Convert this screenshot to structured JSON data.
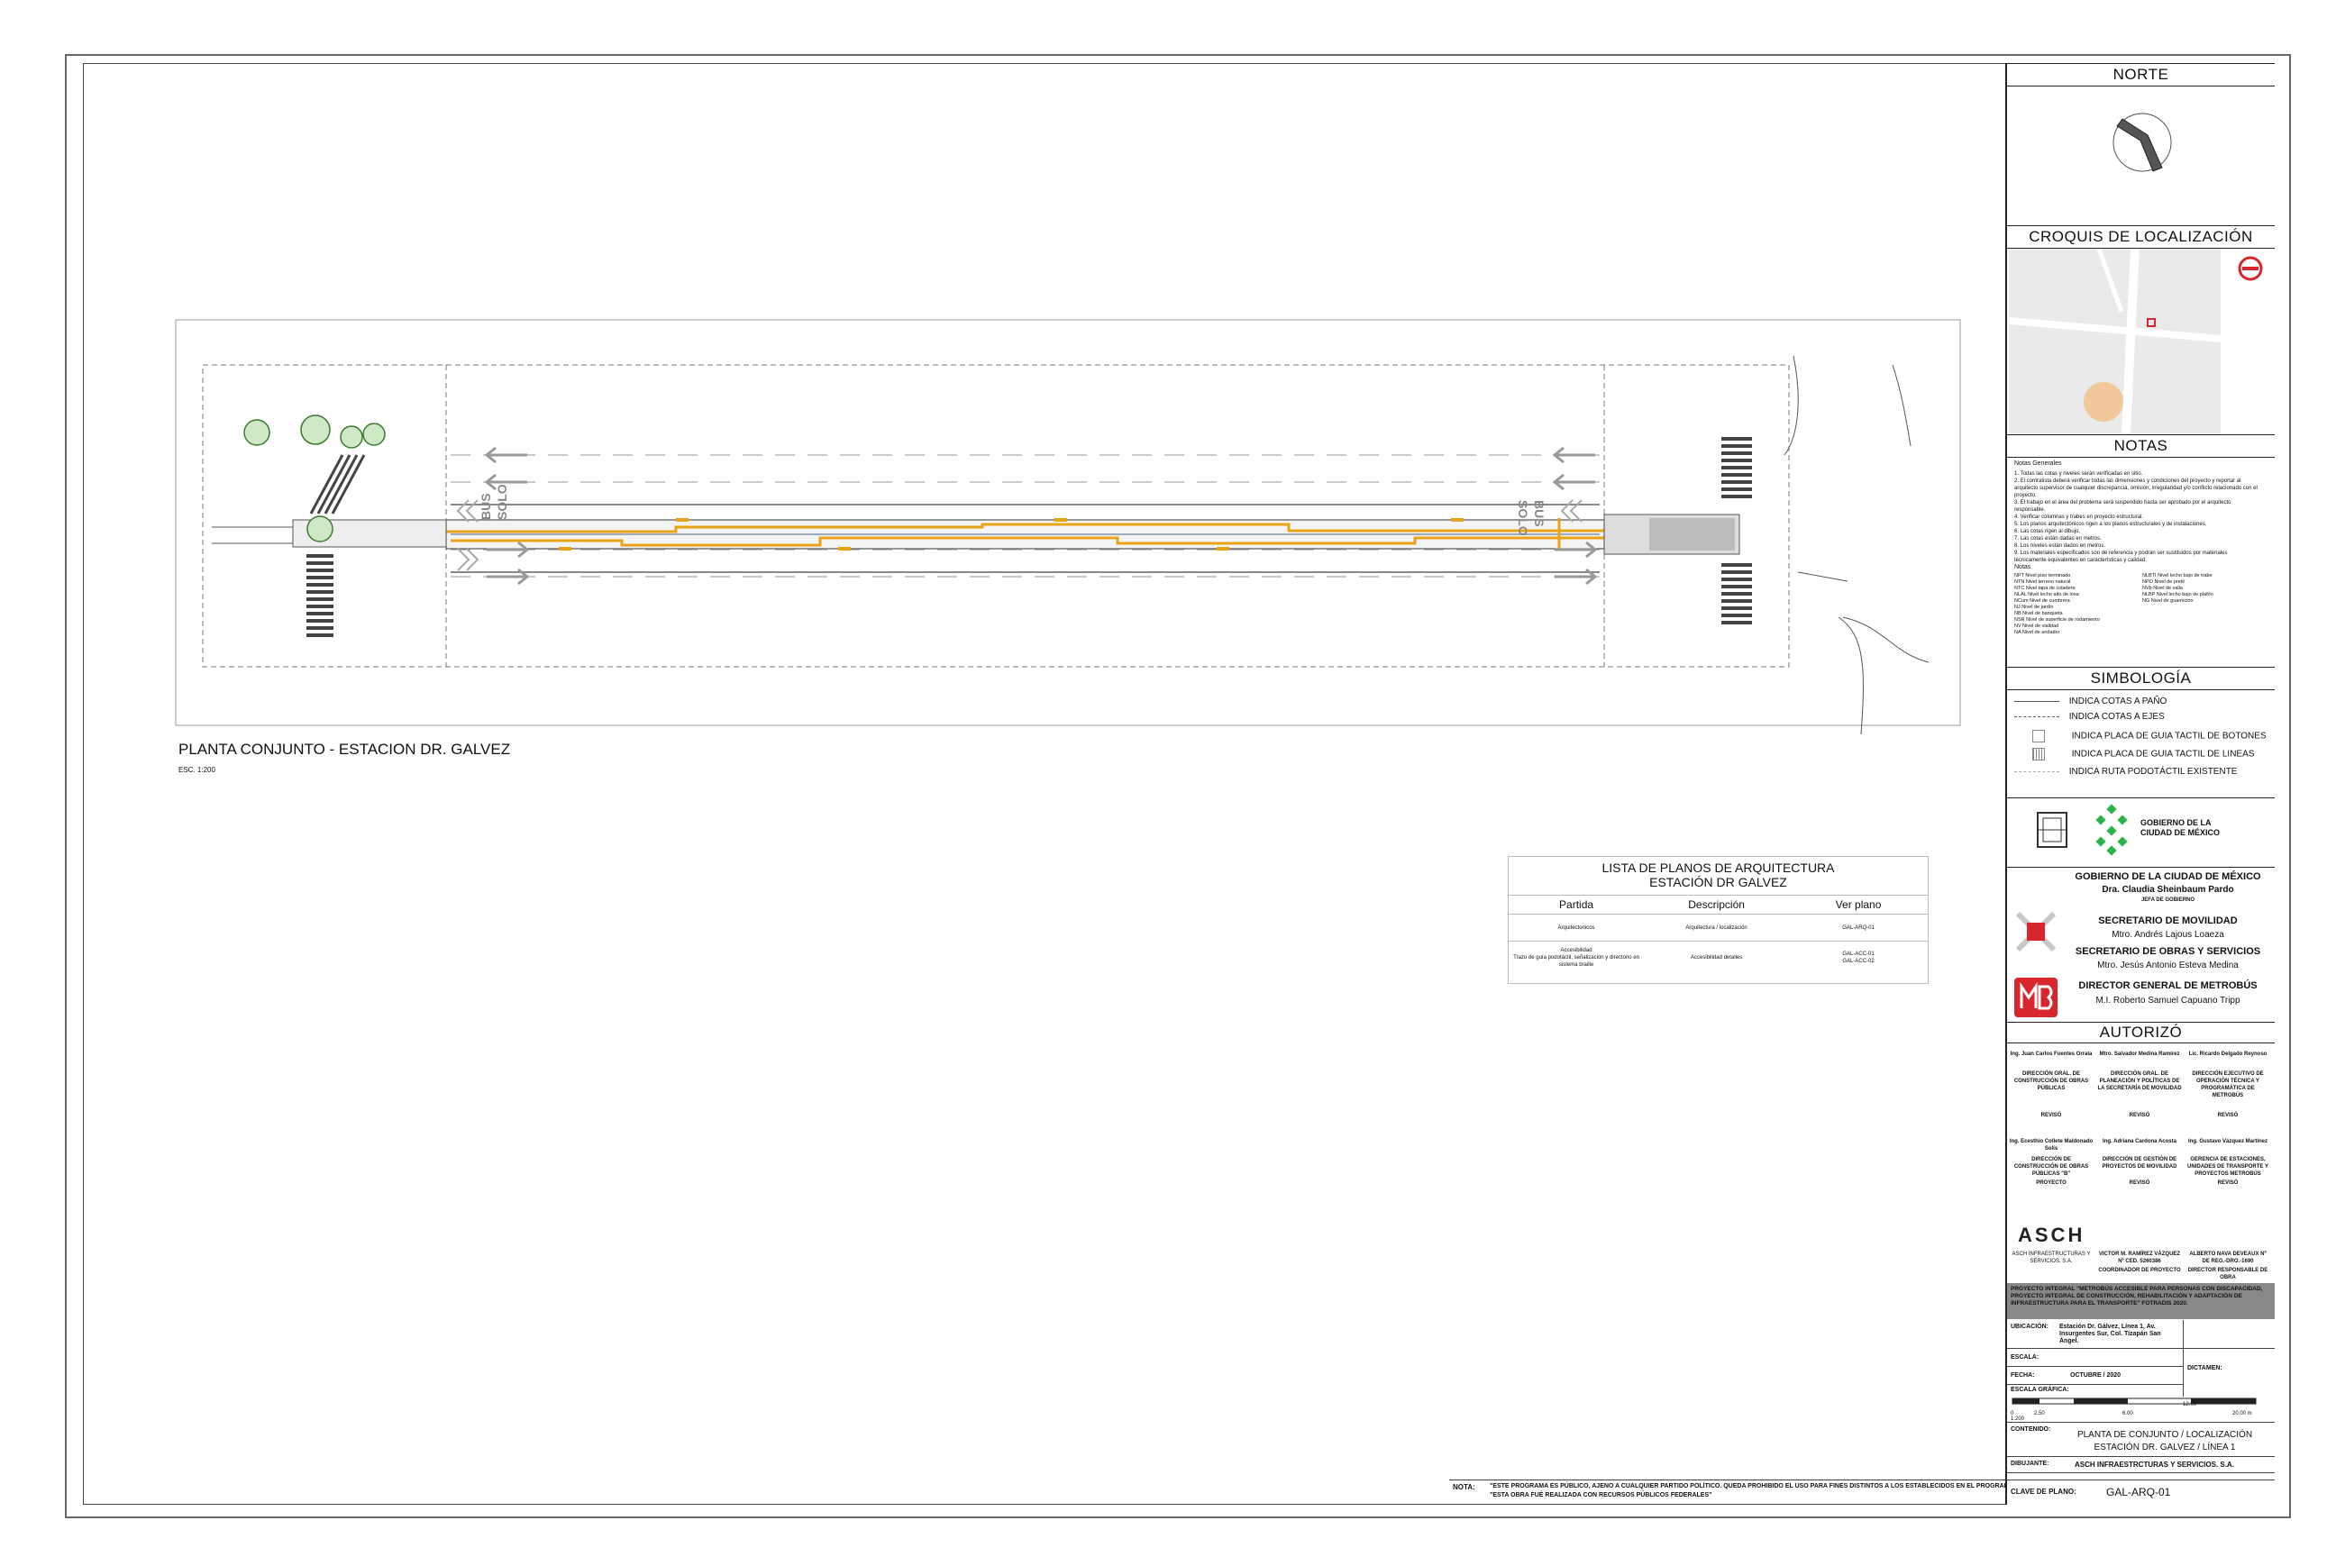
{
  "plan": {
    "title": "PLANTA CONJUNTO - ESTACION DR. GALVEZ",
    "scale": "ESC. 1:200",
    "road_labels": [
      "BUS",
      "SOLO",
      "BUS",
      "SOLO"
    ]
  },
  "lista_planos": {
    "title1": "LISTA DE PLANOS DE ARQUITECTURA",
    "title2": "ESTACIÓN DR GALVEZ",
    "headers": [
      "Partida",
      "Descripción",
      "Ver plano"
    ],
    "rows": [
      {
        "partida": "Arquitectonicos",
        "descripcion": "Arquitectura / localización",
        "ver": "GAL-ARQ-01"
      },
      {
        "partida": "Accesibilidad\nTrazo de guía podotáctil, señalización y directorio en sistema braille",
        "descripcion": "Accesibilidad detalles",
        "ver": "GAL-ACC-01\nGAL-ACC-02"
      }
    ]
  },
  "titleblock": {
    "norte": "NORTE",
    "croquis": "CROQUIS DE LOCALIZACIÓN",
    "notas": "NOTAS",
    "simbologia": "SIMBOLOGÍA",
    "notas_generales_title": "Notas Generales",
    "notas_generales": [
      "1. Todas las cotas y niveles serán verificadas en sitio.",
      "2. El contratista deberá verificar todas las dimensiones y condiciones del proyecto y reportar al arquitecto supervisor de cualquier discrepancia, omisión, irregularidad y/o conflicto relacionado con el proyecto.",
      "3. El trabajo en el área del problema será suspendido hasta ser aprobado por el arquitecto responsable.",
      "4. Verificar columnas y trabes en proyecto estructural.",
      "5. Los planos arquitectónicos rigen a los planos estructurales y de instalaciones.",
      "6. Las cotas rigen al dibujo.",
      "7. Las cotas están dadas en metros.",
      "8. Los niveles están dados en metros.",
      "9. Los materiales especificados son de referencia y podrán ser sustituidos por materiales técnicamente equivalentes en características y calidad."
    ],
    "notas2_title": "Notas",
    "niveles_left": [
      "NPT Nivel piso terminado",
      "NTN Nivel terreno natural",
      "NTC Nivel tapa de coladera",
      "NLAL Nivel lecho alto de losa",
      "NCum Nivel de cumbrera",
      "NJ Nivel de jardín",
      "NB Nivel de banqueta",
      "NSR Nivel de superficie de rodamiento",
      "NV Nivel de vialidad",
      "NA Nivel de andador"
    ],
    "niveles_right": [
      "NLBTI Nivel lecho bajo de trabe",
      "NPO Nivel de pretil",
      "NVb Nivel de valla",
      "NLBP Nivel lecho bajo de plafón",
      "NG Nivel de guarnición"
    ],
    "simbologia_items": [
      "INDICA COTAS A PAÑO",
      "INDICA COTAS A EJES",
      "INDICA PLACA DE GUIA TACTIL DE BOTONES",
      "INDICA PLACA DE GUIA TACTIL DE LINEAS",
      "INDICA RUTA PODOTÁCTIL EXISTENTE"
    ],
    "gobierno_logo": "GOBIERNO DE LA CIUDAD DE MÉXICO",
    "gobierno": "GOBIERNO DE LA CIUDAD DE MÉXICO",
    "jefa_nombre": "Dra. Claudia Sheinbaum Pardo",
    "jefa_cargo": "JEFA DE GOBIERNO",
    "movilidad": "SECRETARIO DE MOVILIDAD",
    "movilidad_nombre": "Mtro. Andrés Lajous Loaeza",
    "obras": "SECRETARIO DE OBRAS Y SERVICIOS",
    "obras_nombre": "Mtro. Jesús Antonio Esteva Medina",
    "metrobus": "DIRECTOR GENERAL DE METROBÚS",
    "metrobus_nombre": "M.I. Roberto Samuel Capuano Tripp",
    "autorizo": "AUTORIZÓ",
    "firmas_row1": [
      {
        "nombre": "Ing. Juan Carlos Fuentes Orrala",
        "cargo": "DIRECCIÓN GRAL. DE CONSTRUCCIÓN DE OBRAS PÚBLICAS",
        "rol": "REVISÓ"
      },
      {
        "nombre": "Mtro. Salvador Medina Ramírez",
        "cargo": "DIRECCIÓN GRAL. DE PLANEACIÓN Y POLÍTICAS DE LA SECRETARÍA DE MOVILIDAD",
        "rol": "REVISÓ"
      },
      {
        "nombre": "Lic. Ricardo Delgado Reynoso",
        "cargo": "DIRECCIÓN EJECUTIVO DE OPERACIÓN TÉCNICA Y PROGRAMÁTICA DE METROBÚS",
        "rol": "REVISÓ"
      }
    ],
    "firmas_row2": [
      {
        "nombre": "Ing. Ecesthio Collete Maldonado Solís",
        "cargo": "DIRECCIÓN DE CONSTRUCCIÓN DE OBRAS PÚBLICAS \"B\"",
        "rol": "PROYECTO"
      },
      {
        "nombre": "Ing. Adriana Cardona Acosta",
        "cargo": "DIRECCIÓN DE GESTIÓN DE PROYECTOS DE MOVILIDAD",
        "rol": "REVISÓ"
      },
      {
        "nombre": "Ing. Gustavo Vázquez Martínez",
        "cargo": "GERENCIA DE ESTACIONES, UNIDADES DE TRANSPORTE Y PROYECTOS METROBÚS",
        "rol": "REVISÓ"
      }
    ],
    "asch_logo": "ASCH",
    "asch_sub": "ASCH INFRAESTRUCTURAS Y SERVICIOS, S.A.",
    "coordinador_nombre": "VICTOR M. RAMÍREZ VÁZQUEZ Nº CED. 5260386",
    "coordinador_cargo": "COORDINADOR DE PROYECTO",
    "director_nombre": "ALBERTO NAVA DEVEAUX Nº DE REG.-DRO.-1690",
    "director_cargo": "DIRECTOR RESPONSABLE DE OBRA",
    "proyecto": "PROYECTO INTEGRAL \"METROBÚS ACCESIBLE PARA PERSONAS CON DISCAPACIDAD, PROYECTO INTEGRAL DE CONSTRUCCIÓN, REHABILITACIÓN Y ADAPTACIÓN DE INFRAESTRUCTURA PARA EL TRANSPORTE\" FOTRADIS 2020.",
    "ubicacion_lbl": "UBICACIÓN:",
    "ubicacion": "Estación Dr. Gálvez, Línea 1, Av. Insurgentes Sur, Col. Tizapán San Ángel.",
    "escala_lbl": "ESCALA:",
    "dictamen_lbl": "DICTAMEN:",
    "fecha_lbl": "FECHA:",
    "fecha": "OCTUBRE / 2020",
    "escala_grafica_lbl": "ESCALA GRÁFICA:",
    "escala_ticks": [
      "0",
      "2.50",
      "6.00",
      "12.00",
      "20.00 m"
    ],
    "escala_ratio": "1:200",
    "contenido_lbl": "CONTENIDO:",
    "contenido1": "PLANTA DE CONJUNTO / LOCALIZACIÓN",
    "contenido2": "ESTACIÓN DR. GALVEZ / LÍNEA 1",
    "dibujante_lbl": "DIBUJANTE:",
    "dibujante": "ASCH INFRAESTRCTURAS Y SERVICIOS. S.A.",
    "clave_lbl": "CLAVE DE PLANO:",
    "clave": "GAL-ARQ-01"
  },
  "nota": {
    "label": "NOTA:",
    "line1": "\"ESTE PROGRAMA ES PÚBLICO, AJENO A CUALQUIER PARTIDO POLÍTICO. QUEDA PROHIBIDO EL USO PARA FINES DISTINTOS A LOS ESTABLECIDOS EN EL PROGRAMA\"",
    "line2": "\"ESTA OBRA FUÉ REALIZADA CON RECURSOS PÚBLICOS FEDERALES\""
  },
  "colors": {
    "accent_orange": "#e8a317",
    "metrobus_red": "#d7262e",
    "cdmx_green": "#2db34a",
    "header_gray": "#888888"
  }
}
